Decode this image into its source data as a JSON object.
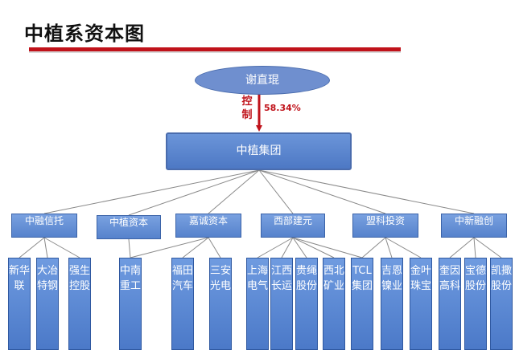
{
  "title": "中植系资本图",
  "controller": "谢直琨",
  "control_label": "控制",
  "control_pct": "58.34%",
  "group": "中植集团",
  "subsidiaries": [
    {
      "label": "中融信托"
    },
    {
      "label": "中植资本"
    },
    {
      "label": "嘉诚资本"
    },
    {
      "label": "西部建元"
    },
    {
      "label": "盟科投资"
    },
    {
      "label": "中新融创"
    }
  ],
  "companies": [
    {
      "label": "新华联"
    },
    {
      "label": "大冶特钢"
    },
    {
      "label": "强生控股"
    },
    {
      "label": "中南重工"
    },
    {
      "label": "福田汽车"
    },
    {
      "label": "三安光电"
    },
    {
      "label": "上海电气"
    },
    {
      "label": "江西长运"
    },
    {
      "label": "贵绳股份"
    },
    {
      "label": "西北矿业"
    },
    {
      "label": "TCL集团"
    },
    {
      "label": "吉恩镍业"
    },
    {
      "label": "金叶珠宝"
    },
    {
      "label": "奎因高科"
    },
    {
      "label": "宝德股份"
    },
    {
      "label": "凯撒股份"
    }
  ],
  "colors": {
    "accent_red": "#c0121a",
    "box_blue": "#5682cc",
    "ellipse_blue": "#6f8fcf"
  }
}
